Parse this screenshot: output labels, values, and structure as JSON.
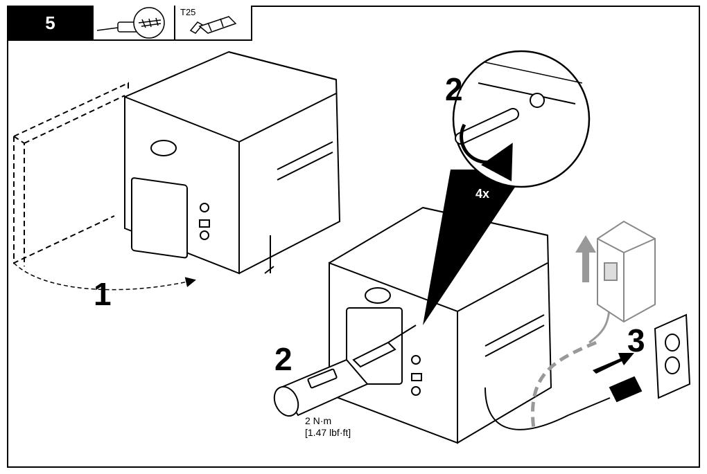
{
  "step_number": "5",
  "tool_label": "T25",
  "callouts": {
    "mount": "1",
    "screw_detail": "2",
    "screwdriver": "2",
    "power": "3",
    "repeat": "4x"
  },
  "torque": {
    "metric": "2 N·m",
    "imperial": "[1.47 lbf·ft]"
  },
  "icons": [
    "screwdriver-icon",
    "t25-bit-icon",
    "controller-icon",
    "wall-outline-icon",
    "switch-box-icon",
    "outlet-icon",
    "plug-icon",
    "arrow-up-icon",
    "arrow-right-icon",
    "rotation-arrow-icon"
  ]
}
